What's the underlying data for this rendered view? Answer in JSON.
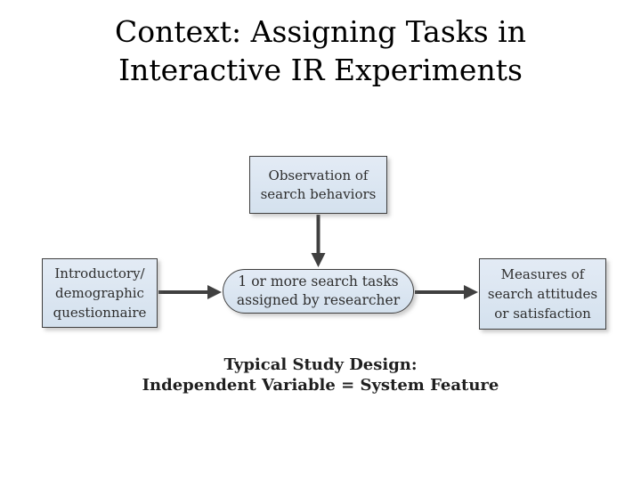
{
  "slide": {
    "title": "Context: Assigning Tasks in\nInteractive IR Experiments",
    "caption": "Typical Study Design:\nIndependent Variable = System Feature"
  },
  "diagram": {
    "nodes": [
      {
        "id": "observation",
        "label": "Observation of\nsearch behaviors"
      },
      {
        "id": "intro-questionnaire",
        "label": "Introductory/\ndemographic\nquestionnaire"
      },
      {
        "id": "search-tasks",
        "label": "1 or more search tasks\nassigned by researcher"
      },
      {
        "id": "measures",
        "label": "Measures of\nsearch attitudes\nor satisfaction"
      }
    ],
    "connectors": [
      {
        "from": "observation",
        "to": "search-tasks",
        "direction": "down"
      },
      {
        "from": "intro-questionnaire",
        "to": "search-tasks",
        "direction": "right"
      },
      {
        "from": "search-tasks",
        "to": "measures",
        "direction": "right"
      }
    ],
    "colors": {
      "node_fill_top": "#e3ebf5",
      "node_fill_bottom": "#d4e1ee",
      "node_border": "#3f3f3f",
      "node_text": "#2e2e2e",
      "arrow": "#404040",
      "title_text": "#000000",
      "caption_text": "#1f1f1f"
    }
  }
}
